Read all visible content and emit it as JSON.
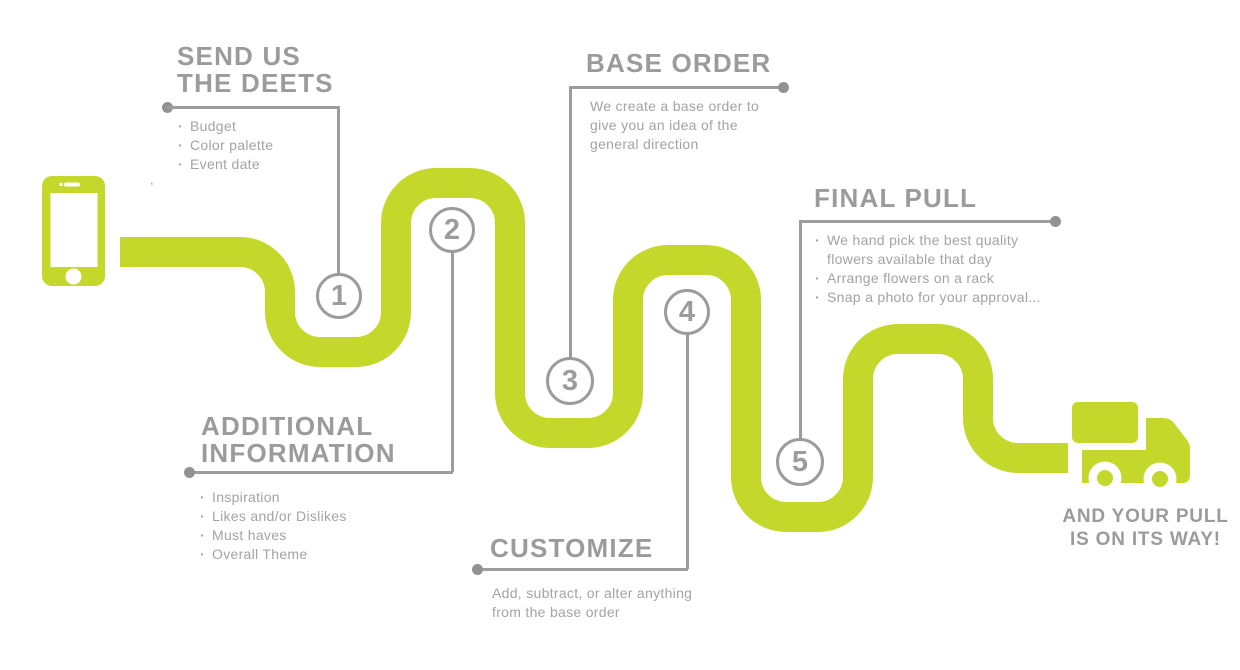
{
  "colors": {
    "accent_green": "#c4d82b",
    "line_gray": "#9c9c9c",
    "heading_gray": "#9b9b9b",
    "body_gray": "#a3a3a3"
  },
  "steps": [
    {
      "number": "1",
      "title_line1": "SEND US",
      "title_line2": "THE DEETS",
      "items": [
        "Budget",
        "Color palette",
        "Event date"
      ]
    },
    {
      "number": "2",
      "title_line1": "ADDITIONAL",
      "title_line2": "INFORMATION",
      "items": [
        "Inspiration",
        "Likes and/or Dislikes",
        "Must haves",
        "Overall Theme"
      ]
    },
    {
      "number": "3",
      "title_line1": "BASE ORDER",
      "description": "We create a base order to give you an idea of the general direction"
    },
    {
      "number": "4",
      "title_line1": "CUSTOMIZE",
      "description": "Add, subtract, or alter anything from the base order"
    },
    {
      "number": "5",
      "title_line1": "FINAL PULL",
      "items": [
        "We hand pick the best quality flowers available that day",
        "Arrange flowers on a rack",
        "Snap a photo for your approval..."
      ]
    }
  ],
  "end_label": {
    "line1": "AND YOUR PULL",
    "line2": "IS ON ITS WAY!"
  },
  "icons": {
    "start": "smartphone-icon",
    "end": "delivery-truck-icon"
  },
  "stray_mark": ","
}
